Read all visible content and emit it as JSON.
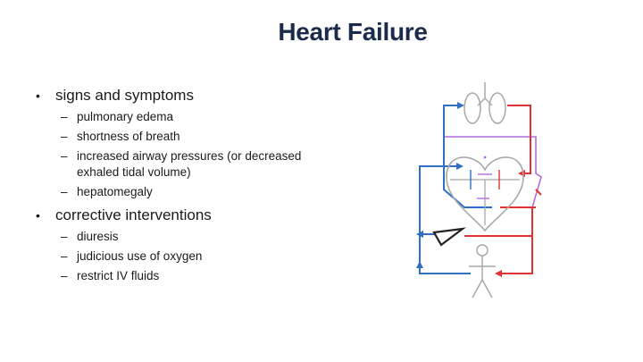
{
  "slide": {
    "title": "Heart Failure",
    "sections": [
      {
        "heading": "signs and symptoms",
        "items": [
          "pulmonary edema",
          "shortness of breath",
          "increased airway pressures (or decreased exhaled tidal volume)",
          "hepatomegaly"
        ]
      },
      {
        "heading": "corrective interventions",
        "items": [
          "diuresis",
          "judicious use of oxygen",
          "restrict IV fluids"
        ]
      }
    ]
  },
  "diagram": {
    "icons": [
      "lungs-icon",
      "heart-icon",
      "liver-triangle-icon",
      "person-icon"
    ],
    "colors": {
      "venous": "#2f6fc4",
      "arterial": "#e23232",
      "pulmonary": "#b26be0",
      "outline": "#a8a8a8"
    }
  }
}
